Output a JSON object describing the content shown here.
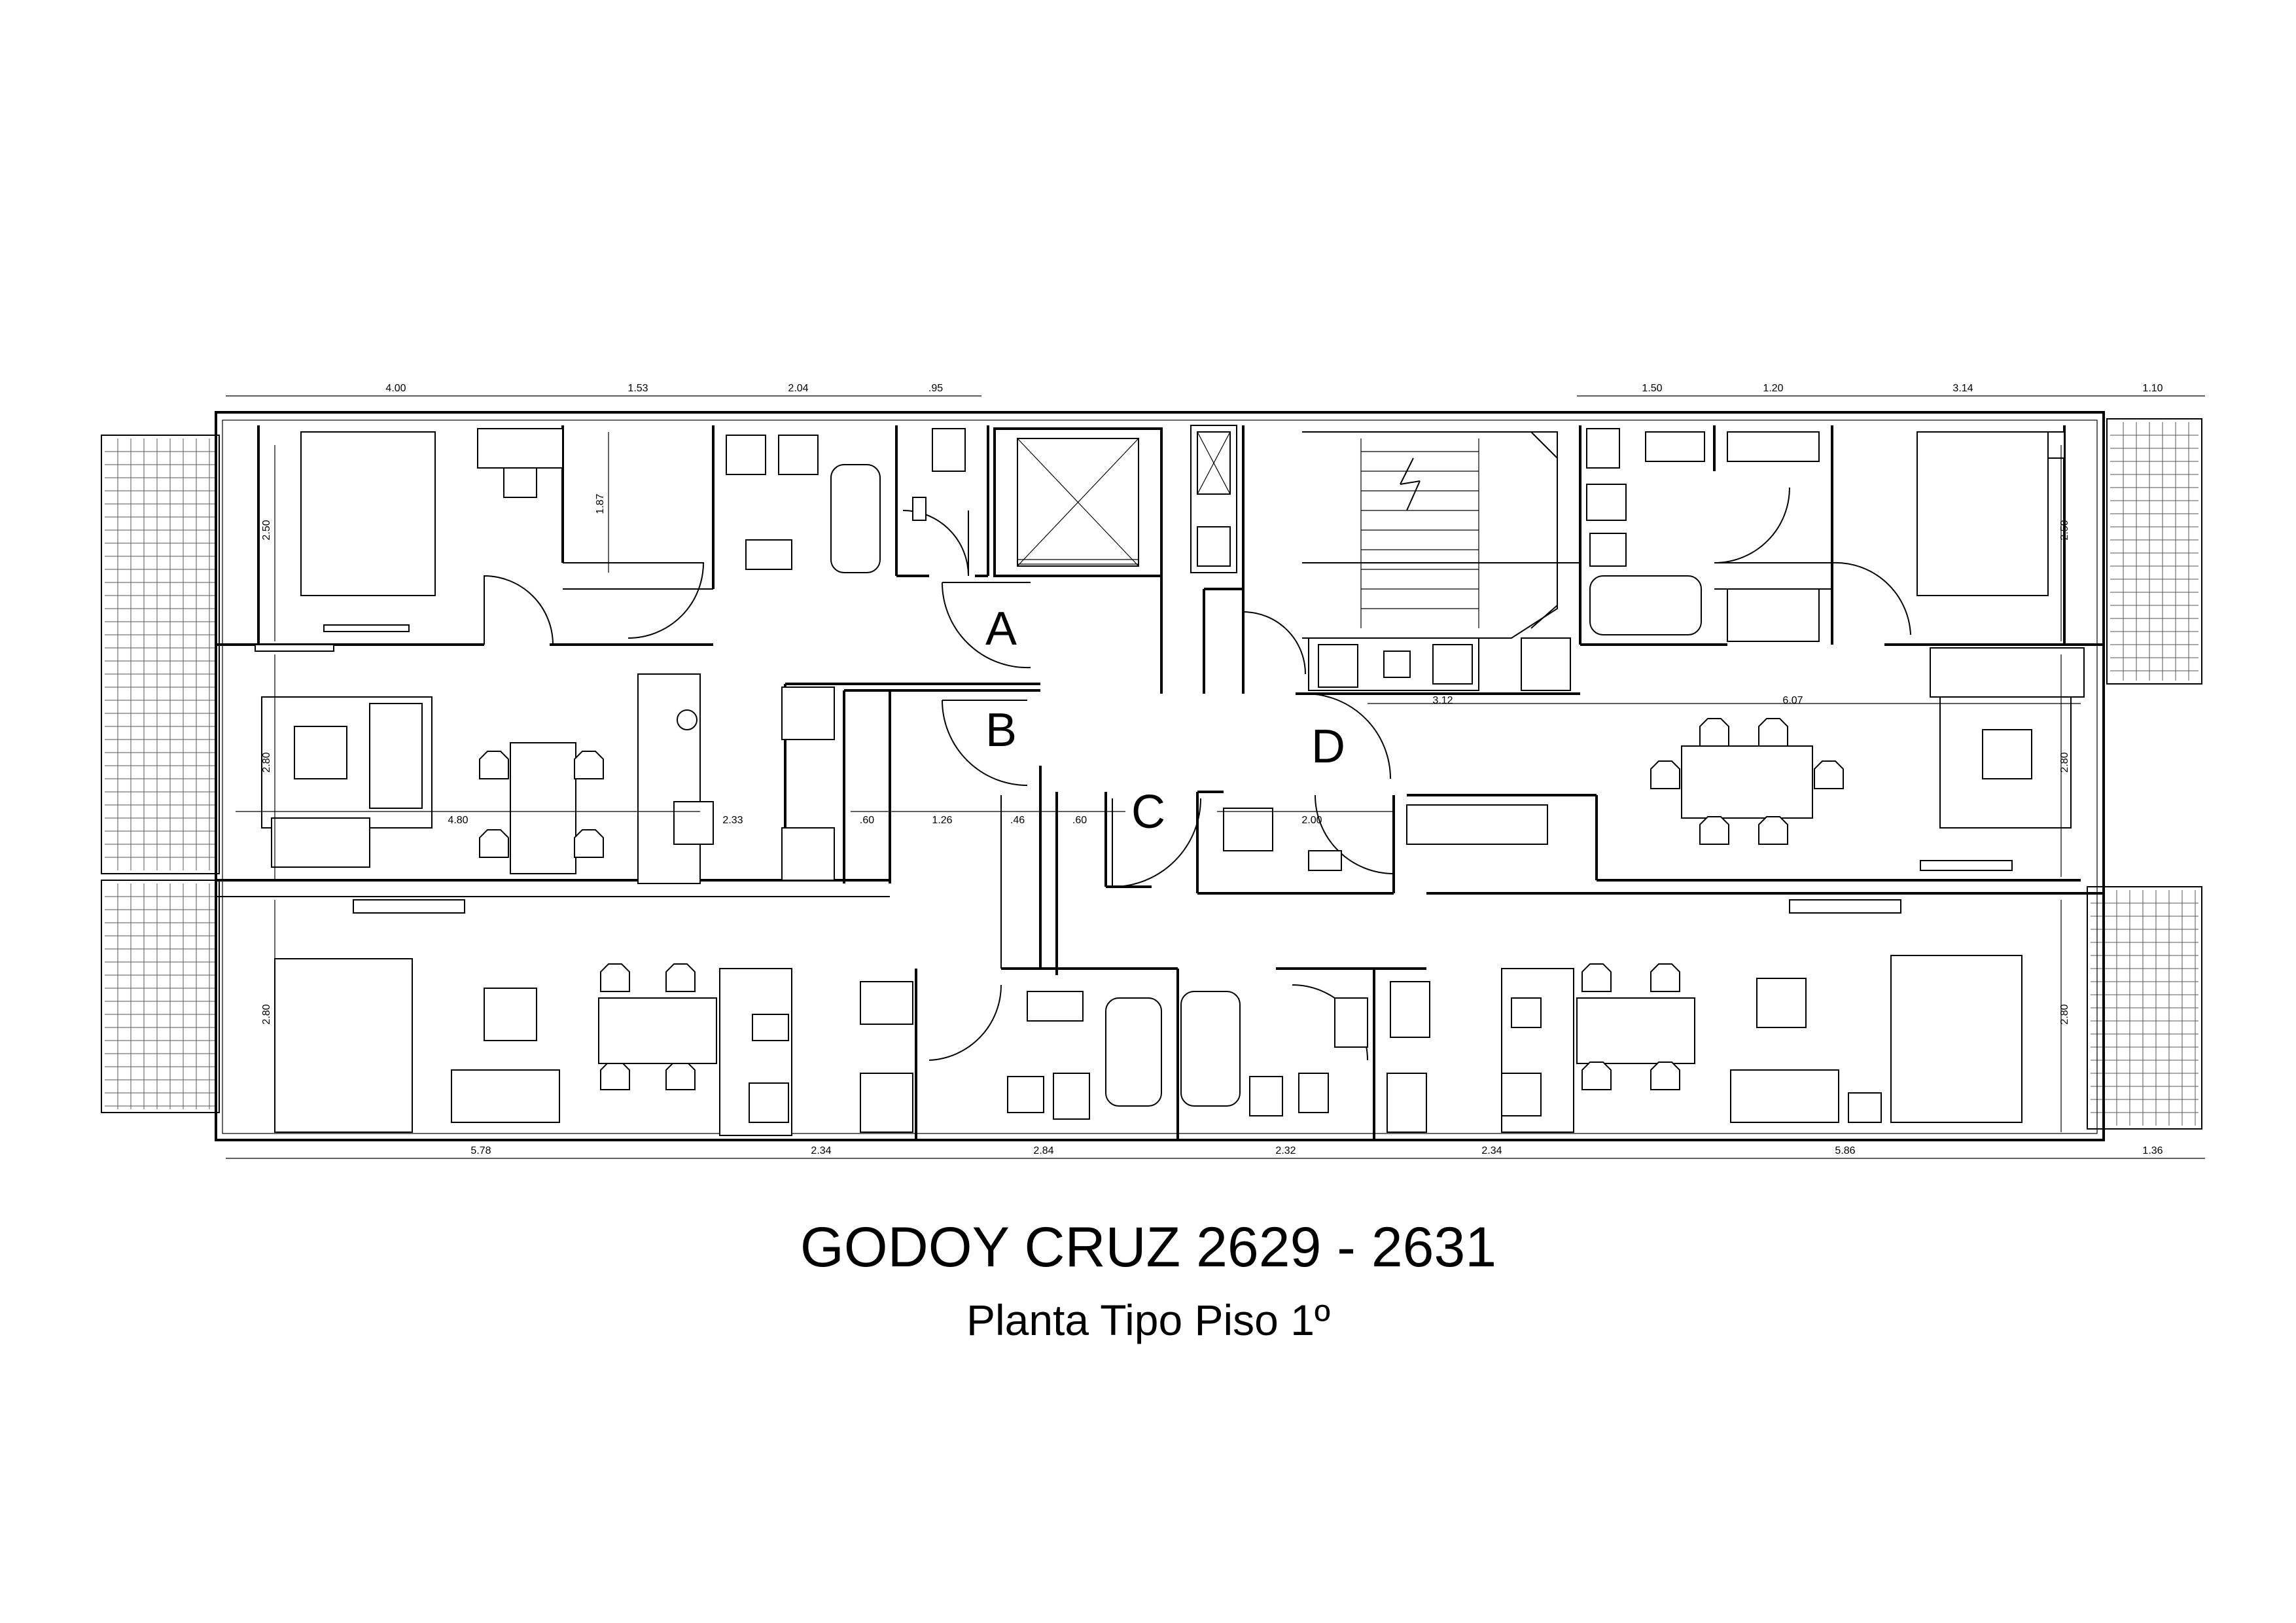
{
  "title": "GODOY CRUZ 2629 - 2631",
  "subtitle": "Planta Tipo Piso 1º",
  "units": [
    "A",
    "B",
    "C",
    "D"
  ],
  "dimensions": {
    "top": [
      "4.00",
      "1.53",
      "2.04",
      ".95",
      "1.50",
      "1.20",
      "3.14",
      "1.10"
    ],
    "bottom": [
      "5.78",
      "2.34",
      "2.84",
      "2.32",
      "2.34",
      "5.86",
      "1.36"
    ],
    "vertical": [
      "2.50",
      "1.87",
      "2.80",
      "2.80",
      "2.50",
      "2.80",
      "2.80"
    ],
    "interior": [
      "4.80",
      "2.33",
      ".60",
      "1.26",
      ".46",
      ".60",
      "2.00",
      "3.12",
      "6.07"
    ]
  }
}
